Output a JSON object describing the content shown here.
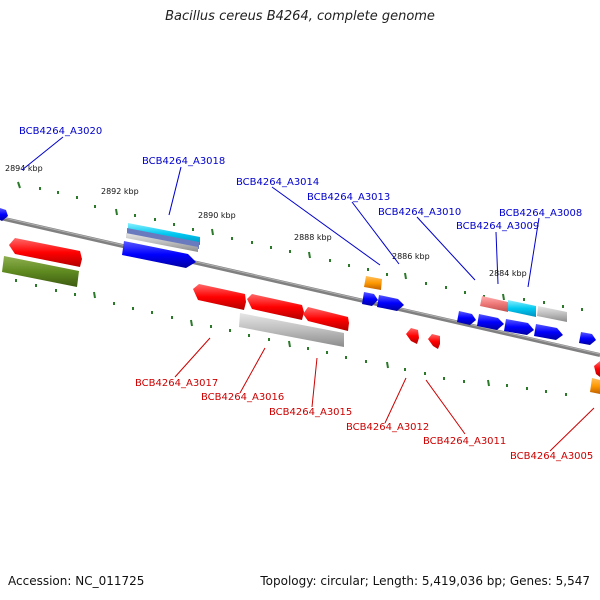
{
  "title": "Bacillus cereus B4264, complete genome",
  "footer": {
    "accession": "Accession: NC_011725",
    "info": "Topology: circular; Length: 5,419,036 bp; Genes: 5,547"
  },
  "scale_labels": [
    "2894 kbp",
    "2892 kbp",
    "2890 kbp",
    "2888 kbp",
    "2886 kbp",
    "2884 kbp"
  ],
  "upper_gene_labels": [
    "BCB4264_A3020",
    "BCB4264_A3018",
    "BCB4264_A3014",
    "BCB4264_A3013",
    "BCB4264_A3010",
    "BCB4264_A3008",
    "BCB4264_A3009"
  ],
  "lower_gene_labels": [
    "BCB4264_A3017",
    "BCB4264_A3016",
    "BCB4264_A3015",
    "BCB4264_A3012",
    "BCB4264_A3011",
    "BCB4264_A3005"
  ],
  "colors": {
    "upper_label": "#0000cc",
    "lower_label": "#cc0000",
    "backbone": "#808080",
    "tick": "#2a7a2a"
  }
}
